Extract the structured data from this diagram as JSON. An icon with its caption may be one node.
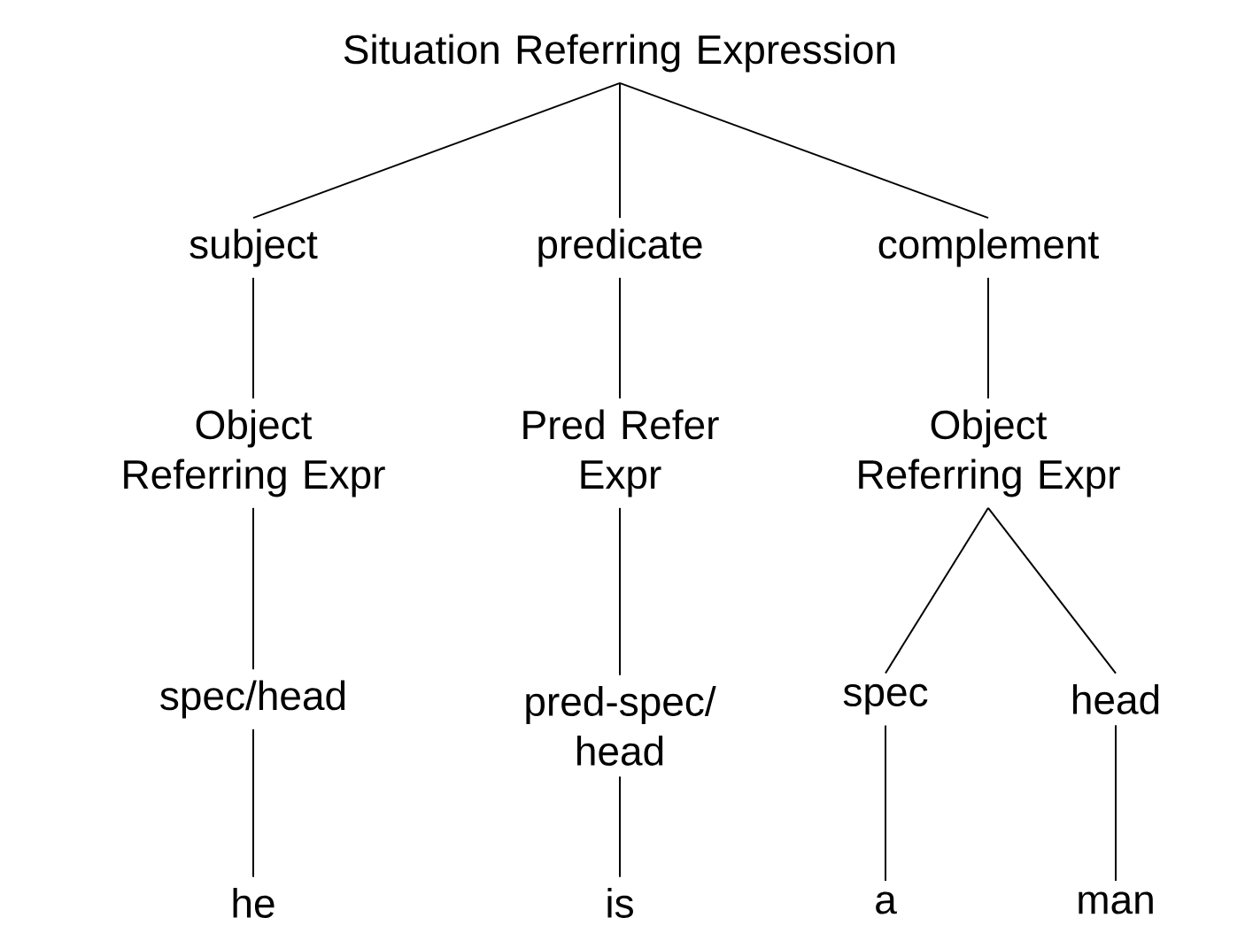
{
  "diagram": {
    "nodes": [
      {
        "text": [
          "Situation Referring Expression"
        ]
      },
      {
        "text": [
          "subject"
        ]
      },
      {
        "text": [
          "predicate"
        ]
      },
      {
        "text": [
          "complement"
        ]
      },
      {
        "text": [
          "Object Referring Expr"
        ]
      },
      {
        "text": [
          "Pred Refer Expr"
        ]
      },
      {
        "text": [
          "Object Referring Expr"
        ]
      },
      {
        "text": [
          "spec/head"
        ]
      },
      {
        "text": [
          "pred-spec/ head"
        ]
      },
      {
        "text": [
          "spec"
        ]
      },
      {
        "text": [
          "head"
        ]
      },
      {
        "text": [
          "he"
        ]
      },
      {
        "text": [
          "is"
        ]
      },
      {
        "text": [
          "a"
        ]
      },
      {
        "text": [
          "man"
        ]
      }
    ],
    "edges": [
      {
        "from": 0,
        "to": 1,
        "arrow": "none"
      },
      {
        "from": 0,
        "to": 2,
        "arrow": "none"
      },
      {
        "from": 0,
        "to": 3,
        "arrow": "none"
      },
      {
        "from": 1,
        "to": 4,
        "arrow": "none"
      },
      {
        "from": 2,
        "to": 5,
        "arrow": "none"
      },
      {
        "from": 3,
        "to": 6,
        "arrow": "none"
      },
      {
        "from": 4,
        "to": 7,
        "arrow": "none"
      },
      {
        "from": 5,
        "to": 8,
        "arrow": "none"
      },
      {
        "from": 6,
        "to": 9,
        "arrow": "none"
      },
      {
        "from": 6,
        "to": 10,
        "arrow": "none"
      },
      {
        "from": 7,
        "to": 11,
        "arrow": "none"
      },
      {
        "from": 8,
        "to": 12,
        "arrow": "none"
      },
      {
        "from": 9,
        "to": 13,
        "arrow": "none"
      },
      {
        "from": 10,
        "to": 14,
        "arrow": "none"
      }
    ]
  }
}
